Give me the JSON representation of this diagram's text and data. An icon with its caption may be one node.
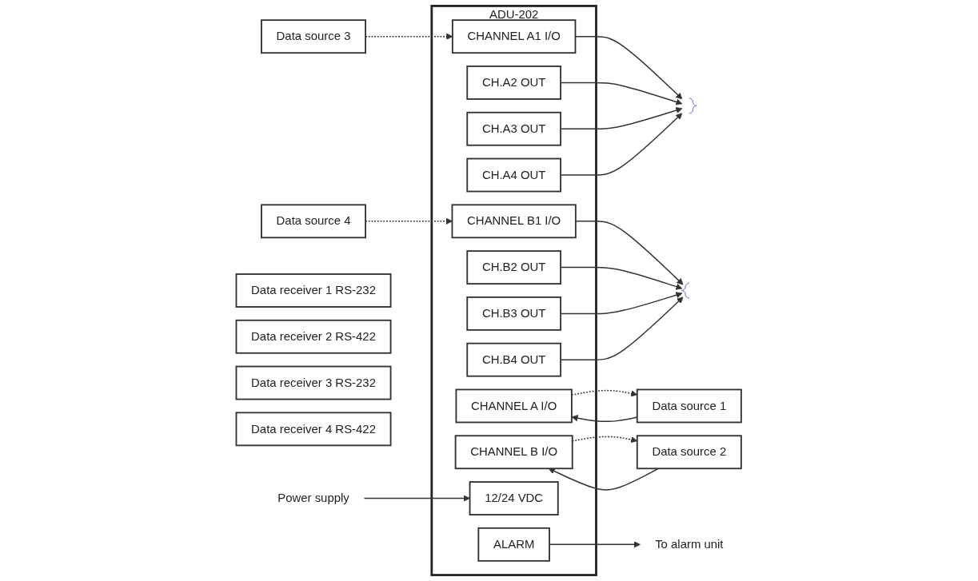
{
  "diagram": {
    "nodes": [
      {
        "text": [
          "ADU-202"
        ]
      },
      {
        "text": [
          "CHANNEL A I/O"
        ],
        "in": 0
      },
      {
        "text": [
          "CHANNEL B I/O"
        ],
        "in": 0
      },
      {
        "text": [
          "CHANNEL A1 I/O"
        ],
        "in": 0
      },
      {
        "text": [
          "CHANNEL B1 I/O"
        ],
        "in": 0
      },
      {
        "text": [
          "CH.A2 OUT"
        ],
        "in": 0
      },
      {
        "text": [
          "CH.B2 OUT"
        ],
        "in": 0
      },
      {
        "text": [
          "CH.A3 OUT"
        ],
        "in": 0
      },
      {
        "text": [
          "CH.B3 OUT"
        ],
        "in": 0
      },
      {
        "text": [
          "CH.A4 OUT"
        ],
        "in": 0
      },
      {
        "text": [
          "CH.B4 OUT"
        ],
        "in": 0
      },
      {
        "text": [
          "12/24 VDC"
        ],
        "in": 0
      },
      {
        "text": [
          "ALARM"
        ],
        "in": 0
      },
      {
        "text": [
          "Data source 1"
        ]
      },
      {
        "text": [
          "Data source 2"
        ]
      },
      {
        "text": [
          "Data source 3"
        ]
      },
      {
        "text": [
          "Data source 4"
        ]
      },
      {
        "text": [],
        "shape": "brace"
      },
      {
        "text": [],
        "shape": "brace"
      },
      {
        "text": [
          "Data receiver 1 RS-232"
        ]
      },
      {
        "text": [
          "Data receiver 2 RS-422"
        ]
      },
      {
        "text": [
          "Data receiver 3 RS-232"
        ]
      },
      {
        "text": [
          "Data receiver 4 RS-422"
        ]
      },
      {
        "text": [
          "Power supply"
        ]
      },
      {
        "text": [
          "To alarm unit"
        ]
      }
    ],
    "edges": [
      {
        "from": 13,
        "to": 1,
        "arrow": "to"
      },
      {
        "from": 1,
        "to": 13,
        "arrow": "to",
        "style": "dashed"
      },
      {
        "from": 14,
        "to": 2,
        "arrow": "to"
      },
      {
        "from": 2,
        "to": 14,
        "arrow": "to",
        "style": "dashed"
      },
      {
        "from": 15,
        "to": 3,
        "arrow": "to",
        "style": "dashed"
      },
      {
        "from": 16,
        "to": 4,
        "arrow": "to",
        "style": "dashed"
      },
      {
        "from": 3,
        "to": 17,
        "arrow": "to"
      },
      {
        "from": 5,
        "to": 17,
        "arrow": "to"
      },
      {
        "from": 7,
        "to": 17,
        "arrow": "to"
      },
      {
        "from": 9,
        "to": 17,
        "arrow": "to"
      },
      {
        "from": 4,
        "to": 18,
        "arrow": "to"
      },
      {
        "from": 6,
        "to": 18,
        "arrow": "to"
      },
      {
        "from": 8,
        "to": 18,
        "arrow": "to"
      },
      {
        "from": 10,
        "to": 18,
        "arrow": "to"
      },
      {
        "from": 23,
        "to": 11,
        "arrow": "to"
      },
      {
        "from": 12,
        "to": 24,
        "arrow": "to"
      }
    ]
  }
}
